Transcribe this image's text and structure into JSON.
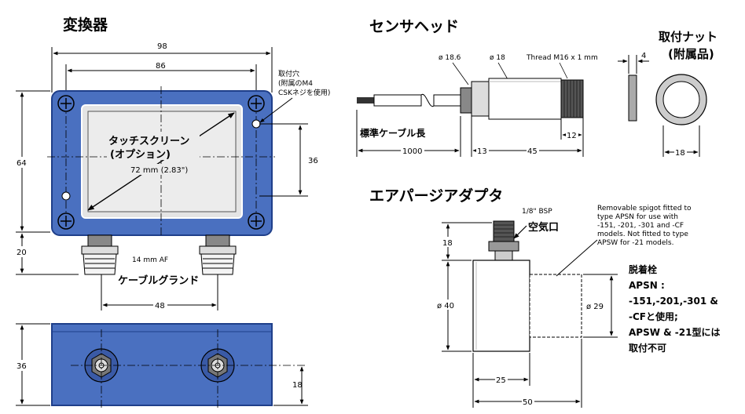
{
  "converter": {
    "title": "変換器",
    "dim_98": "98",
    "dim_86": "86",
    "dim_64": "64",
    "dim_36_right": "36",
    "dim_20": "20",
    "dim_48": "48",
    "dim_36_bottom": "36",
    "dim_18_bottom": "18",
    "hole_note_line1": "取付穴",
    "hole_note_line2": "(附属のM4",
    "hole_note_line3": "CSKネジを使用)",
    "touch_line1": "タッチスクリーン",
    "touch_line2": "(オプション)",
    "touch_size": "72 mm (2.83\")",
    "af_label": "14 mm AF",
    "gland_label": "ケーブルグランド"
  },
  "sensor_head": {
    "title": "センサヘッド",
    "dia_186": "ø 18.6",
    "dia_18": "ø 18",
    "thread": "Thread M16 x 1 mm",
    "cable_label": "標準ケーブル長",
    "dim_1000": "1000",
    "dim_13": "13",
    "dim_45": "45",
    "dim_12": "12"
  },
  "nut": {
    "title_line1": "取付ナット",
    "title_line2": "(附属品)",
    "dim_4": "4",
    "dim_18": "18"
  },
  "purge": {
    "title": "エアパージアダプタ",
    "bsp": "1/8\" BSP",
    "air_port": "空気口",
    "dim_18": "18",
    "dim_40": "ø 40",
    "dim_29": "ø 29",
    "dim_25": "25",
    "dim_50": "50",
    "spigot_note": [
      "Removable spigot fitted to",
      "type APSN for use with",
      "-151, -201, -301 and -CF",
      "models. Not fitted to type",
      "APSW for -21 models."
    ],
    "jp_note": [
      "脱着栓",
      "APSN :",
      "-151,-201,-301 &",
      "-CFと使用;",
      "APSW & -21型には",
      "取付不可"
    ]
  },
  "colors": {
    "housing_blue": "#4a70c0",
    "housing_dark": "#1f3f8a",
    "screen_fill": "#e4e4e4"
  }
}
